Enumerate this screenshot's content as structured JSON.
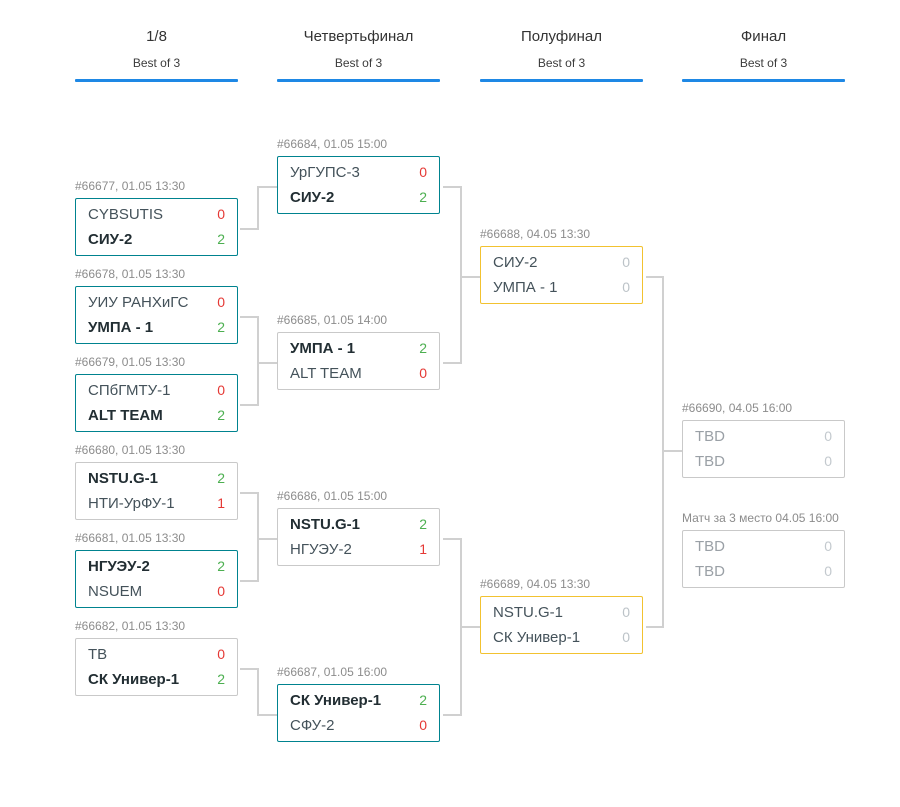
{
  "rounds": [
    {
      "title": "1/8",
      "subtitle": "Best of 3"
    },
    {
      "title": "Четвертьфинал",
      "subtitle": "Best of 3"
    },
    {
      "title": "Полуфинал",
      "subtitle": "Best of 3"
    },
    {
      "title": "Финал",
      "subtitle": "Best of 3"
    }
  ],
  "colors": {
    "round_underline": "#1e88e5",
    "win_score": "#4caf50",
    "loss_score": "#e53935",
    "finished_border": "#00838f",
    "live_border": "#f2c230",
    "default_border": "#c9c9c9",
    "connector": "#d0d0d0"
  },
  "matches": [
    {
      "label": "#66677, 01.05 13:30",
      "style": "teal",
      "teams": [
        {
          "name": "CYBSUTIS",
          "score": "0",
          "state": "loss"
        },
        {
          "name": "СИУ-2",
          "score": "2",
          "state": "win"
        }
      ]
    },
    {
      "label": "#66678, 01.05 13:30",
      "style": "teal",
      "teams": [
        {
          "name": "УИУ РАНХиГС",
          "score": "0",
          "state": "loss"
        },
        {
          "name": "УМПА - 1",
          "score": "2",
          "state": "win"
        }
      ]
    },
    {
      "label": "#66679, 01.05 13:30",
      "style": "teal",
      "teams": [
        {
          "name": "СПбГМТУ-1",
          "score": "0",
          "state": "loss"
        },
        {
          "name": "ALT TEAM",
          "score": "2",
          "state": "win"
        }
      ]
    },
    {
      "label": "#66680, 01.05 13:30",
      "style": "gray",
      "teams": [
        {
          "name": "NSTU.G-1",
          "score": "2",
          "state": "win"
        },
        {
          "name": "НТИ-УрФУ-1",
          "score": "1",
          "state": "loss"
        }
      ]
    },
    {
      "label": "#66681, 01.05 13:30",
      "style": "teal",
      "teams": [
        {
          "name": "НГУЭУ-2",
          "score": "2",
          "state": "win"
        },
        {
          "name": "NSUEM",
          "score": "0",
          "state": "loss"
        }
      ]
    },
    {
      "label": "#66682, 01.05 13:30",
      "style": "gray",
      "teams": [
        {
          "name": "ТВ",
          "score": "0",
          "state": "loss"
        },
        {
          "name": "СК Универ-1",
          "score": "2",
          "state": "win"
        }
      ]
    },
    {
      "label": "#66684, 01.05 15:00",
      "style": "teal",
      "teams": [
        {
          "name": "УрГУПС-3",
          "score": "0",
          "state": "loss"
        },
        {
          "name": "СИУ-2",
          "score": "2",
          "state": "win"
        }
      ]
    },
    {
      "label": "#66685, 01.05 14:00",
      "style": "gray",
      "teams": [
        {
          "name": "УМПА - 1",
          "score": "2",
          "state": "win"
        },
        {
          "name": "ALT TEAM",
          "score": "0",
          "state": "loss"
        }
      ]
    },
    {
      "label": "#66686, 01.05 15:00",
      "style": "gray",
      "teams": [
        {
          "name": "NSTU.G-1",
          "score": "2",
          "state": "win"
        },
        {
          "name": "НГУЭУ-2",
          "score": "1",
          "state": "loss"
        }
      ]
    },
    {
      "label": "#66687, 01.05 16:00",
      "style": "teal",
      "teams": [
        {
          "name": "СК Универ-1",
          "score": "2",
          "state": "win"
        },
        {
          "name": "СФУ-2",
          "score": "0",
          "state": "loss"
        }
      ]
    },
    {
      "label": "#66688, 04.05 13:30",
      "style": "yellow",
      "teams": [
        {
          "name": "СИУ-2",
          "score": "0",
          "state": "pending"
        },
        {
          "name": "УМПА - 1",
          "score": "0",
          "state": "pending"
        }
      ]
    },
    {
      "label": "#66689, 04.05 13:30",
      "style": "yellow",
      "teams": [
        {
          "name": "NSTU.G-1",
          "score": "0",
          "state": "pending"
        },
        {
          "name": "СК Универ-1",
          "score": "0",
          "state": "pending"
        }
      ]
    },
    {
      "label": "#66690, 04.05 16:00",
      "style": "gray",
      "teams": [
        {
          "name": "TBD",
          "score": "0",
          "state": "tbd"
        },
        {
          "name": "TBD",
          "score": "0",
          "state": "tbd"
        }
      ]
    },
    {
      "label": "Матч за 3 место 04.05 16:00",
      "style": "gray",
      "teams": [
        {
          "name": "TBD",
          "score": "0",
          "state": "tbd"
        },
        {
          "name": "TBD",
          "score": "0",
          "state": "tbd"
        }
      ]
    }
  ]
}
